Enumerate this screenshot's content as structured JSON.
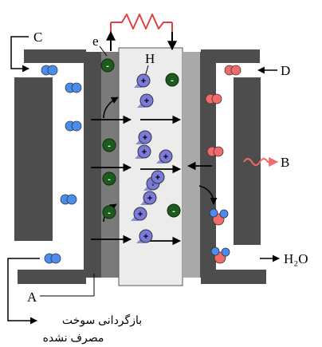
{
  "labels": {
    "A": "A",
    "B": "B",
    "C": "C",
    "D": "D",
    "e": "e",
    "H": "H",
    "water": "H₂O",
    "recycle_line1": "بازگردانی سوخت",
    "recycle_line2": "مصرف نشده"
  },
  "symbols": {
    "minus": "-",
    "plus": "+"
  },
  "colors": {
    "plates": "#4d4d4d",
    "electrode_left": "#7a7a7a",
    "electrode_right": "#a9a9a9",
    "membrane": "#ececec",
    "resistor": "#e0404a",
    "electron": "#1d5a1d",
    "proton": "#7a7adc",
    "hydrogen_molecule": "#4a8cf0",
    "oxygen_molecule": "#f26a6a",
    "heat_arrow": "#f26a6a"
  },
  "icons": {
    "resistor": "zigzag-resistor-icon",
    "hydrogen": "hydrogen-molecule-icon",
    "oxygen": "oxygen-molecule-icon",
    "water": "water-molecule-icon",
    "heat": "heat-wave-arrow-icon"
  }
}
